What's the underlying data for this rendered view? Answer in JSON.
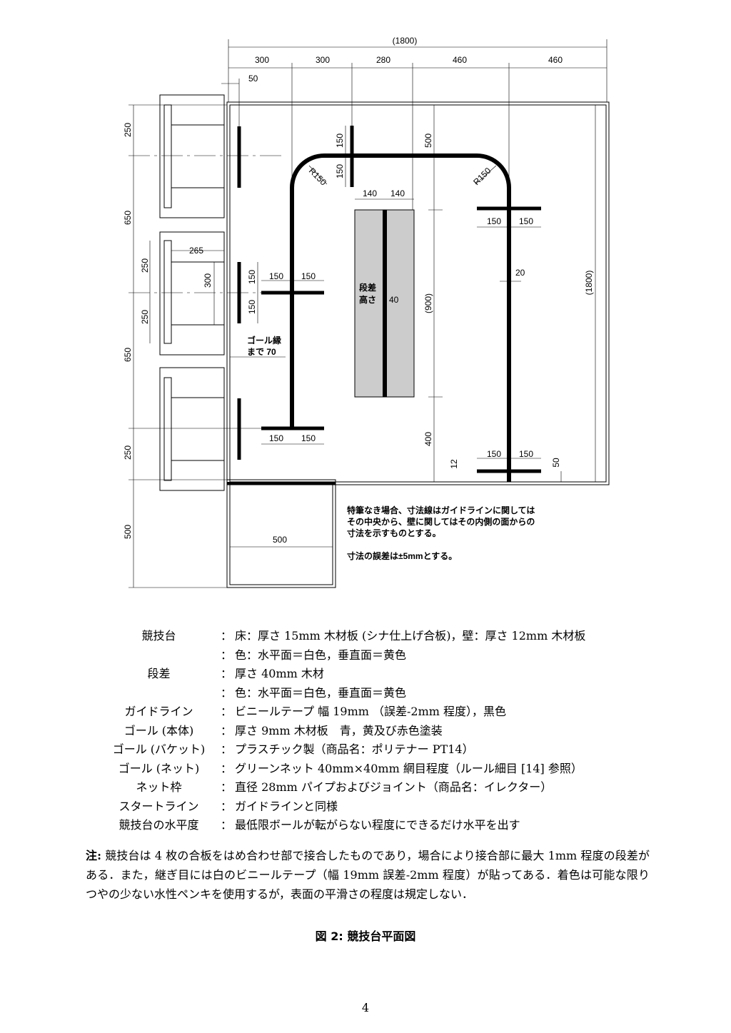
{
  "diagram": {
    "dims_top": {
      "total": "(1800)",
      "segments": [
        "300",
        "300",
        "280",
        "460",
        "460"
      ],
      "small": "50"
    },
    "dims_left": [
      "250",
      "650",
      "650",
      "250",
      "500"
    ],
    "goal_dims": {
      "width": "265",
      "h1": "250",
      "h2": "250",
      "opening": "300"
    },
    "radius": "R150",
    "radius2": "R150",
    "bar_half": "150",
    "step_half": "140",
    "step_label_1": "段差",
    "step_label_2": "高さ",
    "step_height": "40",
    "dim_500": "500",
    "dim_900": "(900)",
    "dim_400": "400",
    "dim_1800": "(1800)",
    "dim_20": "20",
    "dim_12": "12",
    "dim_50": "50",
    "goal_edge_1": "ゴール縁",
    "goal_edge_2": "まで 70",
    "start_width": "500",
    "note_lines": [
      "特筆なき場合、寸法線はガイドラインに関しては",
      "その中央から、壁に関してはその内側の面からの",
      "寸法を示すものとする。"
    ],
    "tolerance": "寸法の誤差は±5mmとする。"
  },
  "specs": [
    {
      "label": "競技台",
      "value": "床：厚さ 15mm 木材板 (シナ仕上げ合板)，壁：厚さ 12mm 木材板"
    },
    {
      "label": "",
      "value": "色：水平面＝白色，垂直面＝黄色"
    },
    {
      "label": "段差",
      "value": "厚さ 40mm 木材"
    },
    {
      "label": "",
      "value": "色：水平面＝白色，垂直面＝黄色"
    },
    {
      "label": "ガイドライン",
      "value": "ビニールテープ 幅 19mm （誤差-2mm 程度），黒色"
    },
    {
      "label": "ゴール (本体)",
      "value": "厚さ 9mm 木材板　青，黄及び赤色塗装"
    },
    {
      "label": "ゴール (バケット)",
      "value": "プラスチック製（商品名：ポリテナー PT14）"
    },
    {
      "label": "ゴール (ネット)",
      "value": "グリーンネット 40mm×40mm 網目程度（ルール細目 [14] 参照）"
    },
    {
      "label": "ネット枠",
      "value": "直径 28mm パイプおよびジョイント（商品名：イレクター）"
    },
    {
      "label": "スタートライン",
      "value": "ガイドラインと同様"
    },
    {
      "label": "競技台の水平度",
      "value": "最低限ボールが転がらない程度にできるだけ水平を出す"
    }
  ],
  "colon": "：",
  "note": {
    "head": "注:",
    "body": " 競技台は 4 枚の合板をはめ合わせ部で接合したものであり，場合により接合部に最大 1mm 程度の段差がある．また，継ぎ目には白のビニールテープ（幅 19mm 誤差-2mm 程度）が貼ってある．着色は可能な限りつやの少ない水性ペンキを使用するが，表面の平滑さの程度は規定しない．"
  },
  "caption": "図 2: 競技台平面図",
  "page_number": "4"
}
